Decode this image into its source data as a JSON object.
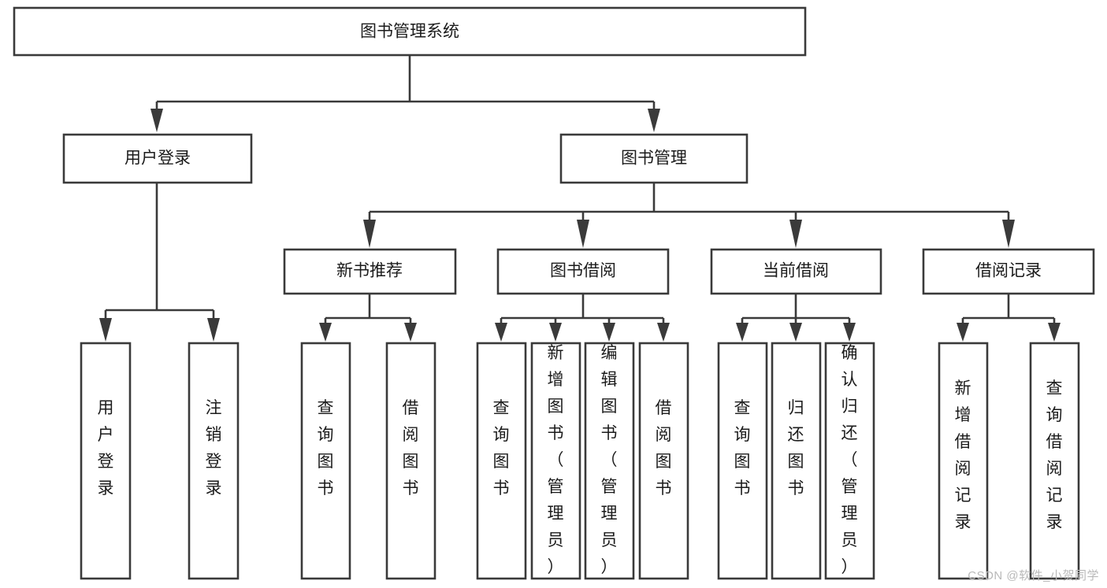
{
  "diagram": {
    "type": "tree-hierarchy",
    "title": "图书管理系统",
    "watermark": "CSDN @软件_小贺同学",
    "colors": {
      "stroke": "#3a3a3a",
      "box_fill": "#ffffff",
      "text": "#1b1b1b",
      "background": "#ffffff",
      "watermark": "#b9b9b9"
    },
    "levels": {
      "root": {
        "label": "图书管理系统"
      },
      "level2": [
        {
          "label": "用户登录"
        },
        {
          "label": "图书管理"
        }
      ],
      "level3": [
        {
          "label": "新书推荐"
        },
        {
          "label": "图书借阅"
        },
        {
          "label": "当前借阅"
        },
        {
          "label": "借阅记录"
        }
      ],
      "leaves": [
        {
          "label": "用户登录",
          "parent": "用户登录"
        },
        {
          "label": "注销登录",
          "parent": "用户登录"
        },
        {
          "label": "查询图书",
          "parent": "新书推荐"
        },
        {
          "label": "借阅图书",
          "parent": "新书推荐"
        },
        {
          "label": "查询图书",
          "parent": "图书借阅"
        },
        {
          "label": "新增图书（管理员）",
          "parent": "图书借阅"
        },
        {
          "label": "编辑图书（管理员）",
          "parent": "图书借阅"
        },
        {
          "label": "借阅图书",
          "parent": "图书借阅"
        },
        {
          "label": "查询图书",
          "parent": "当前借阅"
        },
        {
          "label": "归还图书",
          "parent": "当前借阅"
        },
        {
          "label": "确认归还（管理员）",
          "parent": "当前借阅"
        },
        {
          "label": "新增借阅记录",
          "parent": "借阅记录"
        },
        {
          "label": "查询借阅记录",
          "parent": "借阅记录"
        }
      ]
    }
  }
}
